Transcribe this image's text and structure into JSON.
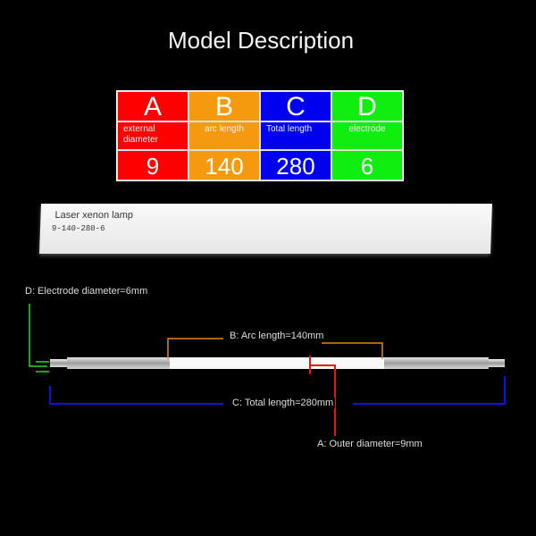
{
  "title": "Model Description",
  "columns": [
    {
      "letter": "A",
      "label": "external diameter",
      "value": "9",
      "color": "#ff0000"
    },
    {
      "letter": "B",
      "label": "arc length",
      "value": "140",
      "color": "#f59a0c"
    },
    {
      "letter": "C",
      "label": "Total length",
      "value": "280",
      "color": "#0000f0"
    },
    {
      "letter": "D",
      "label": "electrode",
      "value": "6",
      "color": "#10ee10"
    }
  ],
  "box": {
    "name": "Laser xenon lamp",
    "model": "9-140-280-6"
  },
  "dimensions": {
    "electrode": "D: Electrode diameter=6mm",
    "arc": "B: Arc length=140mm",
    "total": "C: Total length=280mm",
    "outer": "A: Outer diameter=9mm"
  }
}
